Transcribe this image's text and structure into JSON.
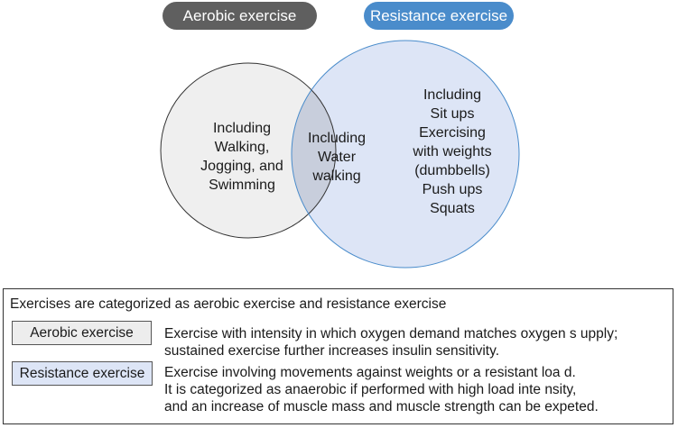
{
  "header": {
    "aerobic_label": "Aerobic exercise",
    "resistance_label": "Resistance exercise"
  },
  "venn": {
    "aerobic_lines": [
      "Including",
      "Walking,",
      "Jogging, and",
      "Swimming"
    ],
    "overlap_lines": [
      "Including",
      "Water",
      "walking"
    ],
    "resistance_lines": [
      "Including",
      "Sit ups",
      "Exercising",
      "with weights",
      "(dumbbells)",
      "Push ups",
      "Squats"
    ]
  },
  "legend": {
    "title": "Exercises are categorized as aerobic exercise and resistance exercise",
    "aerobic_tag": "Aerobic exercise",
    "aerobic_desc": [
      "Exercise with intensity in which oxygen demand matches oxygen s upply;",
      "sustained exercise further increases insulin sensitivity."
    ],
    "resistance_tag": "Resistance exercise",
    "resistance_desc": [
      "Exercise involving movements against weights or a resistant loa d.",
      "It is categorized as anaerobic if performed with high load inte  nsity,",
      "and an increase of muscle mass and muscle strength can be expeted."
    ]
  },
  "colors": {
    "aerobic_pill": "#5f5f5f",
    "resistance_pill": "#4a8ccb",
    "aerobic_fill": "#efefef",
    "resistance_fill": "#dde5f6",
    "overlap_fill": "#c8cedc",
    "resistance_stroke": "#4a8ccb",
    "aerobic_stroke": "#333333"
  }
}
